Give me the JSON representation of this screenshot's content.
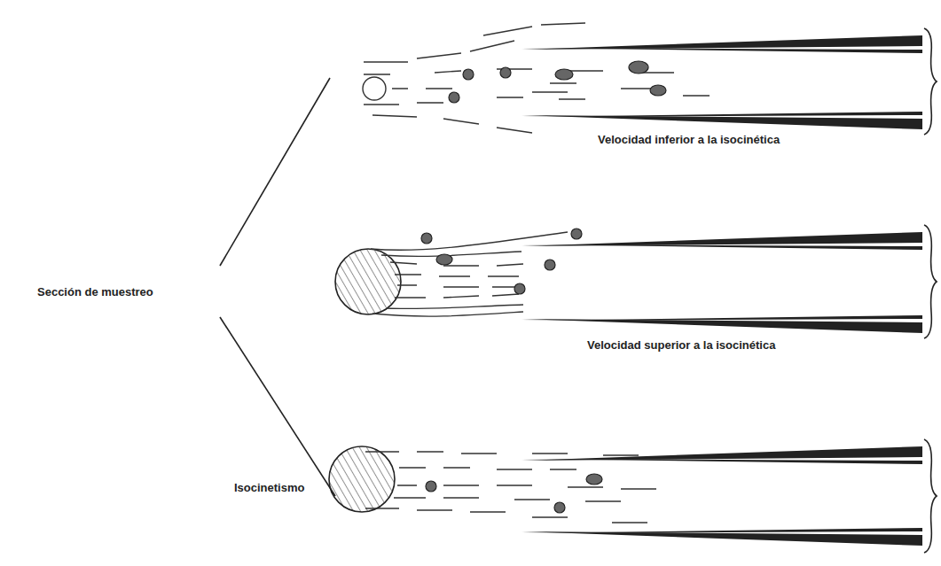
{
  "diagram": {
    "labels": [
      "Velocidad inferior a la isocinética",
      "Velocidad superior a la isocinética",
      "Sección de muestreo",
      "Isocinetismo"
    ]
  }
}
